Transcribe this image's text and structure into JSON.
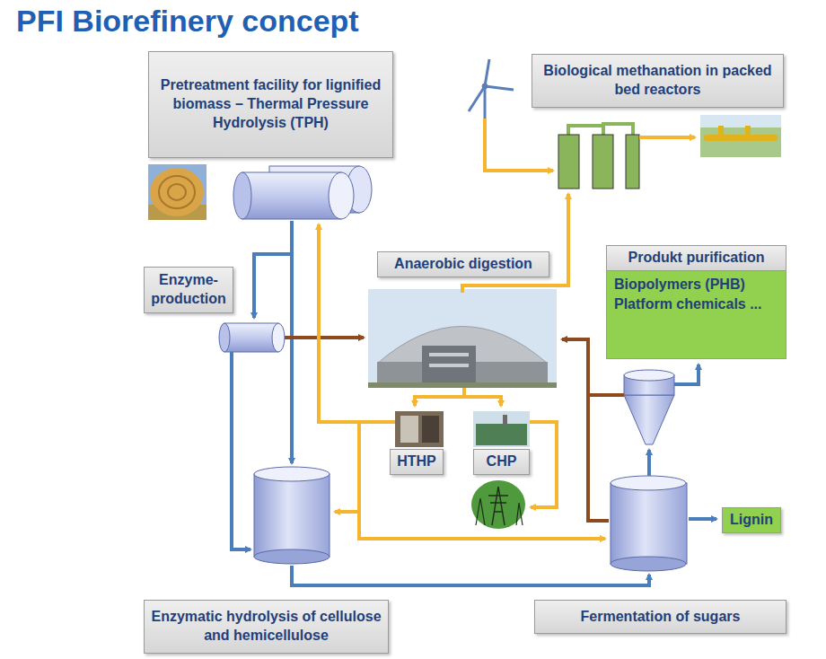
{
  "diagram": {
    "title": "PFI Biorefinery concept",
    "nodes": [
      {
        "text": [
          "Pretreatment facility for lignified biomass – Thermal Pressure Hydrolysis (TPH)"
        ]
      },
      {
        "text": [
          "Biological methanation in packed bed reactors"
        ]
      },
      {
        "text": [
          "Enzyme- production"
        ]
      },
      {
        "text": [
          "Anaerobic digestion"
        ]
      },
      {
        "text": [
          "Produkt purification",
          "Biopolymers (PHB) Platform chemicals ..."
        ]
      },
      {
        "text": [
          "HTHP"
        ]
      },
      {
        "text": [
          "CHP"
        ]
      },
      {
        "text": [
          "Lignin"
        ]
      },
      {
        "text": [
          "Enzymatic hydrolysis of cellulose and hemicellulose"
        ]
      },
      {
        "text": [
          "Fermentation of sugars"
        ]
      }
    ]
  }
}
